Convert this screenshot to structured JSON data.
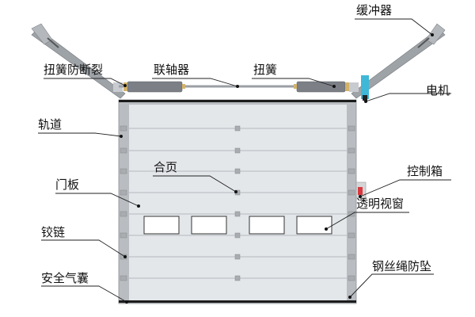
{
  "title": "Sectional door components",
  "labels": {
    "torsion_spring_break_guard": "扭簧防断裂",
    "coupling": "联轴器",
    "torsion_spring": "扭簧",
    "buffer": "缓冲器",
    "motor": "电机",
    "track": "轨道",
    "door_panel": "门板",
    "hinge_center": "合页",
    "control_box": "控制箱",
    "window": "透明视窗",
    "hinge_side": "铰链",
    "safety_airbag": "安全气囊",
    "cable_fall_protection": "钢丝绳防坠"
  },
  "colors": {
    "panel": "#e4e7ea",
    "frame": "#a9adb2",
    "motor": "#3fb8d8",
    "control_box": "#d9383f"
  }
}
